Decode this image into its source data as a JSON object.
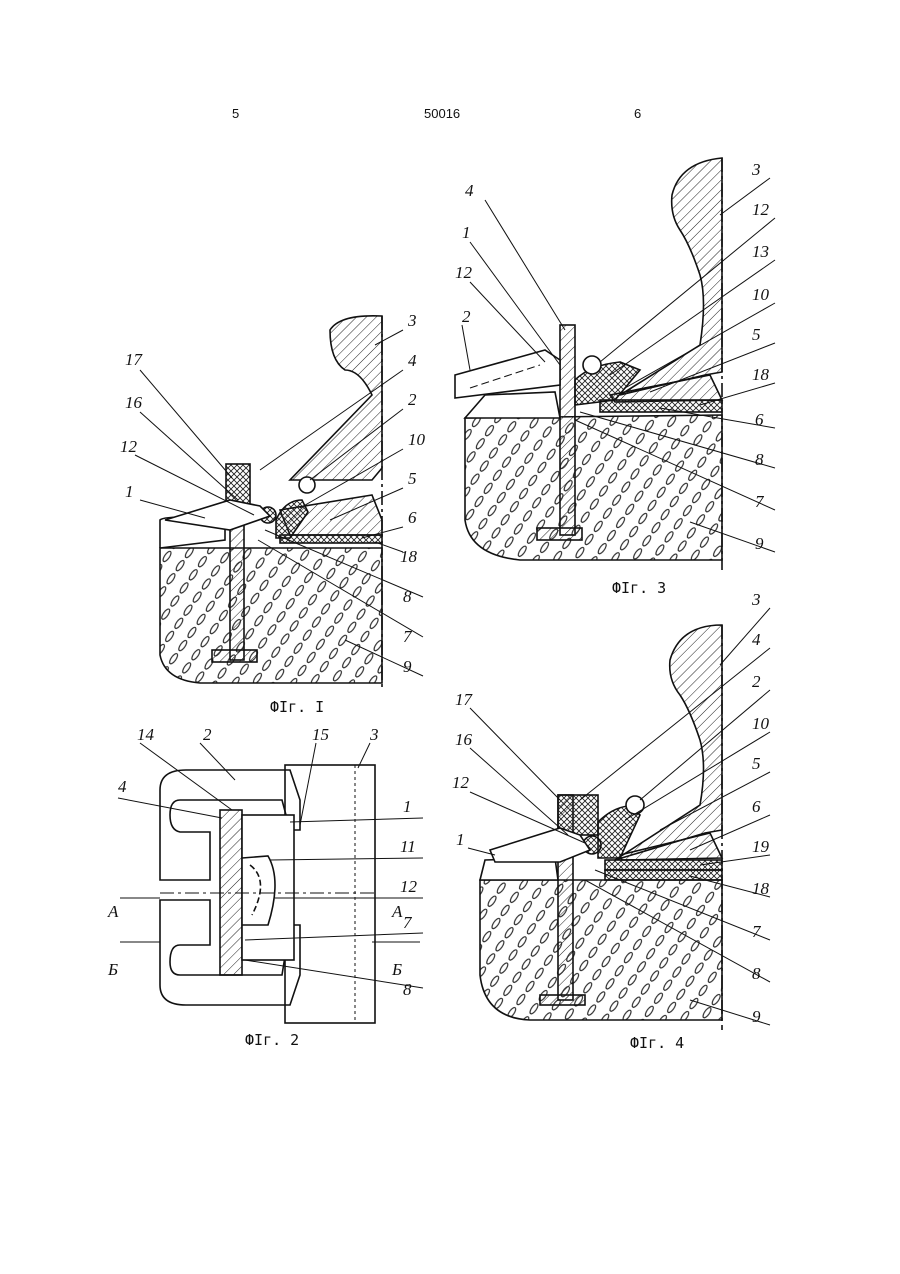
{
  "header": {
    "left_page": "5",
    "doc_number": "50016",
    "right_page": "6"
  },
  "figures": {
    "fig1": {
      "caption": "ФIг. I",
      "labels": [
        "17",
        "16",
        "12",
        "1",
        "3",
        "4",
        "2",
        "10",
        "5",
        "6",
        "18",
        "8",
        "7",
        "9"
      ]
    },
    "fig2": {
      "caption": "ФIг. 2",
      "labels": [
        "14",
        "2",
        "4",
        "15",
        "3",
        "1",
        "11",
        "12",
        "7",
        "8",
        "А",
        "А",
        "Б",
        "Б"
      ]
    },
    "fig3": {
      "caption": "ФIг. 3",
      "labels": [
        "4",
        "1",
        "12",
        "2",
        "3",
        "12",
        "13",
        "10",
        "5",
        "18",
        "6",
        "8",
        "7",
        "9"
      ]
    },
    "fig4": {
      "caption": "ФIг. 4",
      "labels": [
        "17",
        "16",
        "12",
        "1",
        "3",
        "4",
        "2",
        "10",
        "5",
        "6",
        "19",
        "18",
        "7",
        "8",
        "9"
      ]
    }
  }
}
